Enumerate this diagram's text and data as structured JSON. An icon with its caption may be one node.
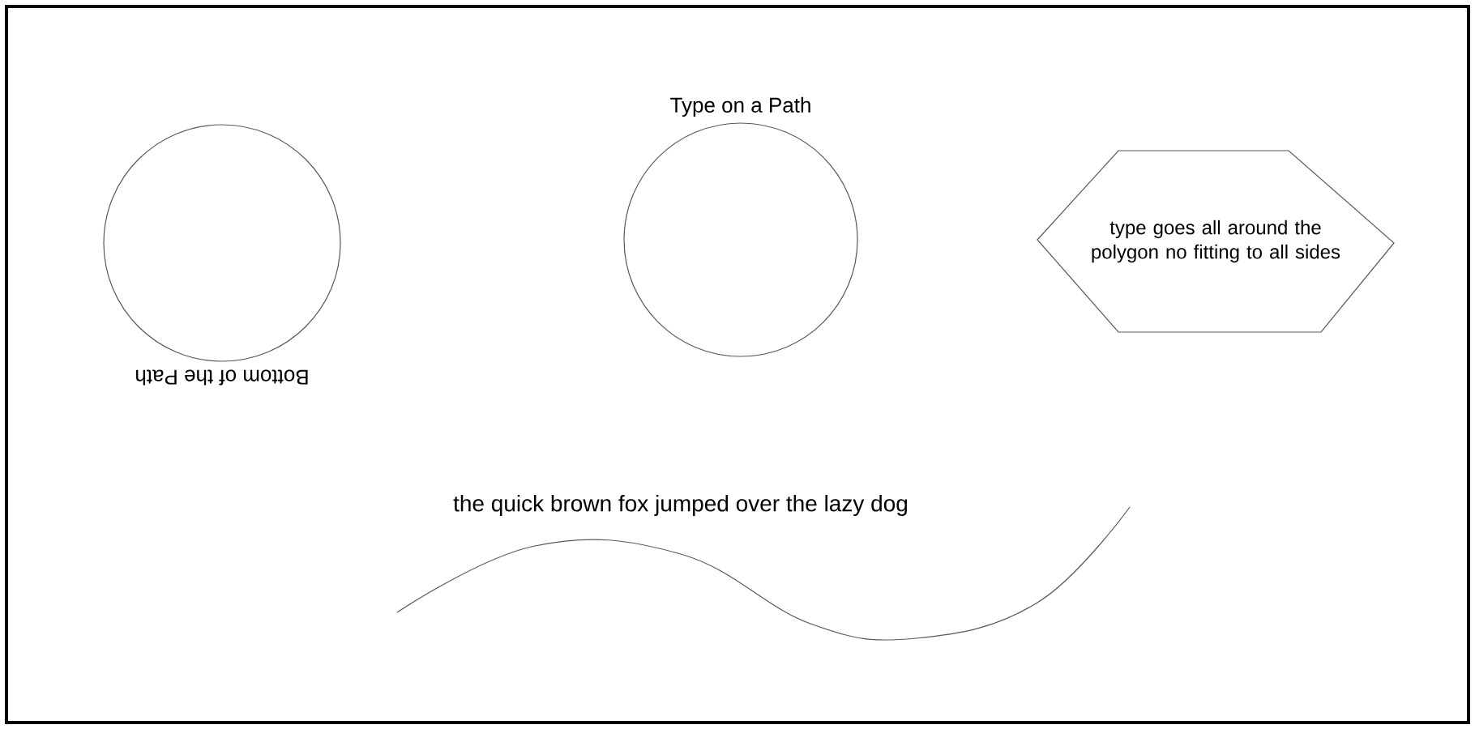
{
  "diagram": {
    "nodes": [
      {
        "text": [
          "Bottom of the Path"
        ]
      },
      {
        "text": [
          "Type on a Path"
        ]
      },
      {
        "text": [
          "type goes all around the polygon no fitting to all sides"
        ]
      },
      {
        "text": [
          "the quick brown fox jumped over the lazy dog"
        ]
      }
    ]
  }
}
